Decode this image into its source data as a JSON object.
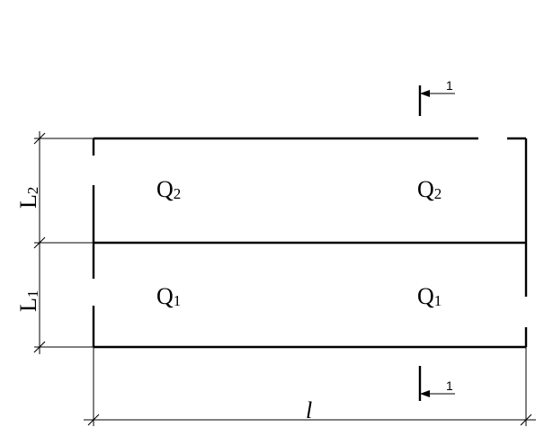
{
  "panels": {
    "upper": {
      "label": "Q",
      "subscript": "2"
    },
    "lower": {
      "label": "Q",
      "subscript": "1"
    }
  },
  "dimensions": {
    "upper_span": {
      "label": "L",
      "subscript": "2"
    },
    "lower_span": {
      "label": "L",
      "subscript": "1"
    },
    "length": {
      "label": "l"
    }
  },
  "section_mark": {
    "label": "1"
  }
}
